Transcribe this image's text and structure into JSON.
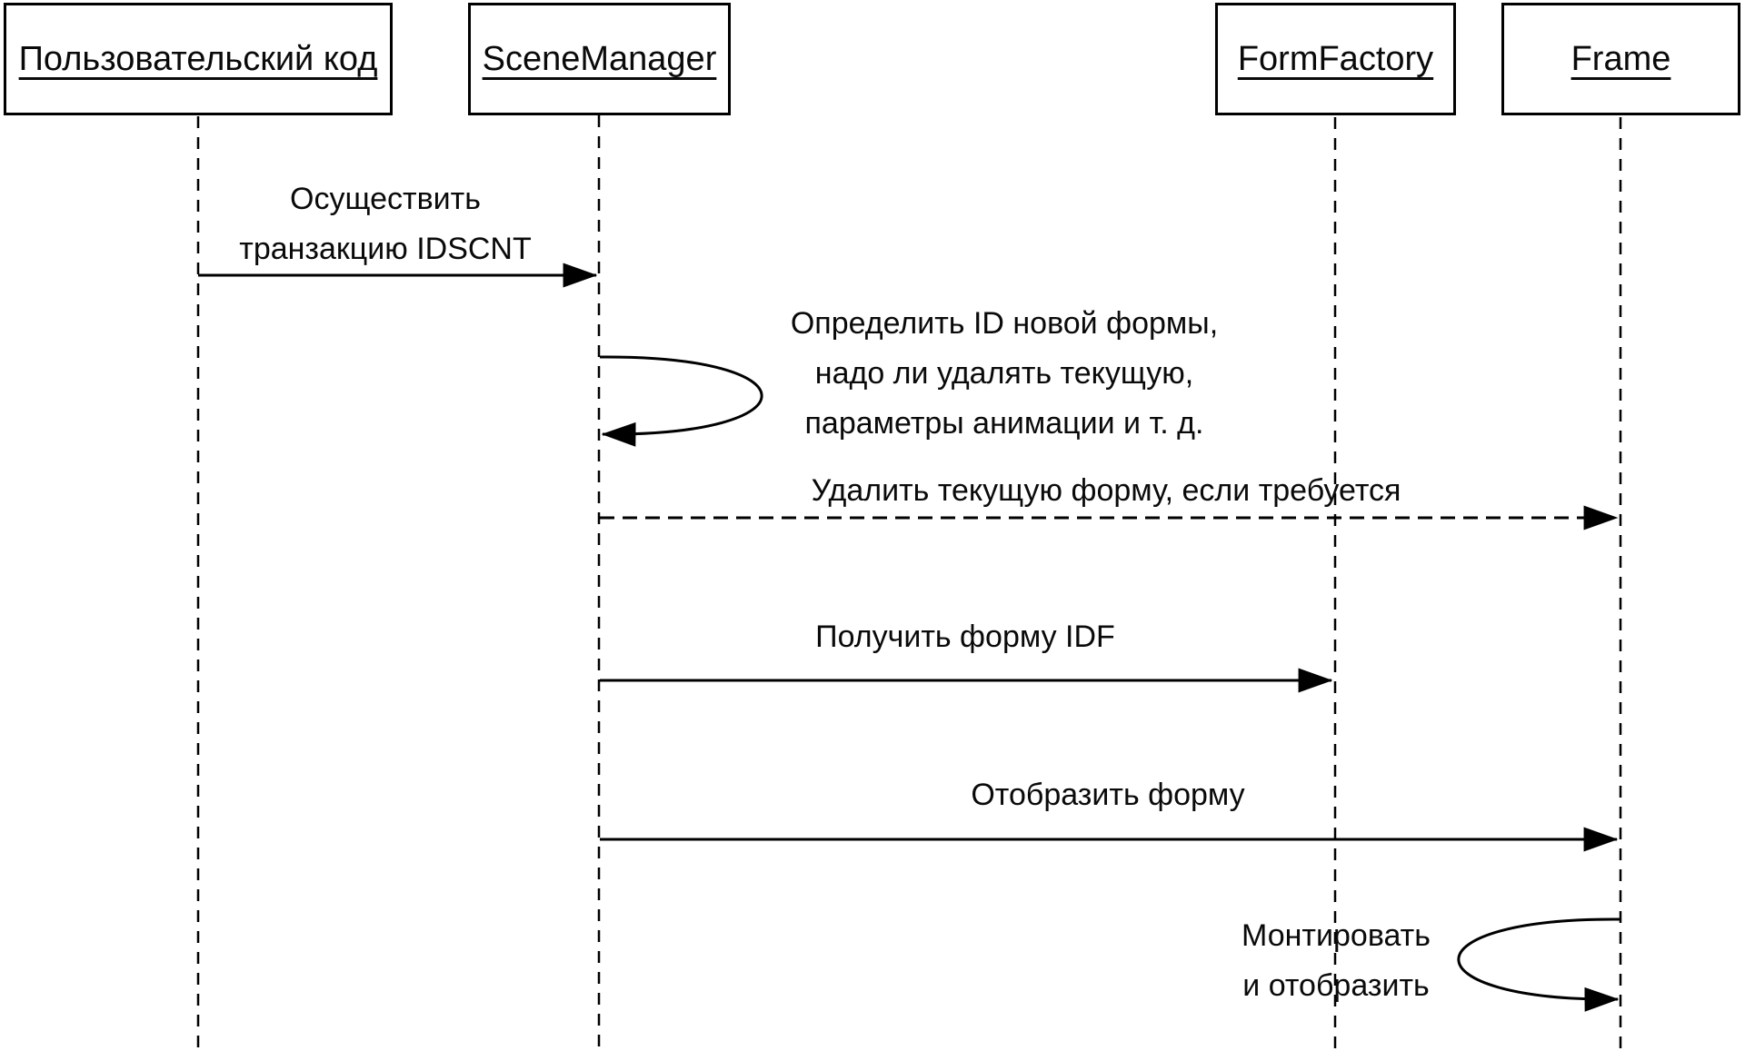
{
  "diagram": {
    "kind": "uml-sequence-diagram",
    "background_color": "#ffffff",
    "line_color": "#000000",
    "text_color": "#0a0a0a"
  },
  "actors": [
    {
      "id": "user-code",
      "label": "Пользовательский код"
    },
    {
      "id": "scene-manager",
      "label": "SceneManager"
    },
    {
      "id": "form-factory",
      "label": "FormFactory"
    },
    {
      "id": "frame",
      "label": "Frame"
    }
  ],
  "messages": [
    {
      "seq": 1,
      "from": "Пользовательский код",
      "to": "SceneManager",
      "style": "solid-arrow",
      "label": "Осуществить\nтранзакцию IDSCNT"
    },
    {
      "seq": 2,
      "from": "SceneManager",
      "to": "SceneManager",
      "style": "self-loop",
      "label": "Определить ID новой формы,\nнадо ли удалять текущую,\nпараметры анимации и т. д."
    },
    {
      "seq": 3,
      "from": "SceneManager",
      "to": "Frame",
      "style": "dashed-arrow",
      "label": "Удалить текущую форму, если требуется"
    },
    {
      "seq": 4,
      "from": "SceneManager",
      "to": "FormFactory",
      "style": "solid-arrow",
      "label": "Получить форму IDF"
    },
    {
      "seq": 5,
      "from": "SceneManager",
      "to": "Frame",
      "style": "solid-arrow",
      "label": "Отобразить форму"
    },
    {
      "seq": 6,
      "from": "Frame",
      "to": "Frame",
      "style": "self-loop",
      "label": "Монтировать\nи отобразить"
    }
  ]
}
